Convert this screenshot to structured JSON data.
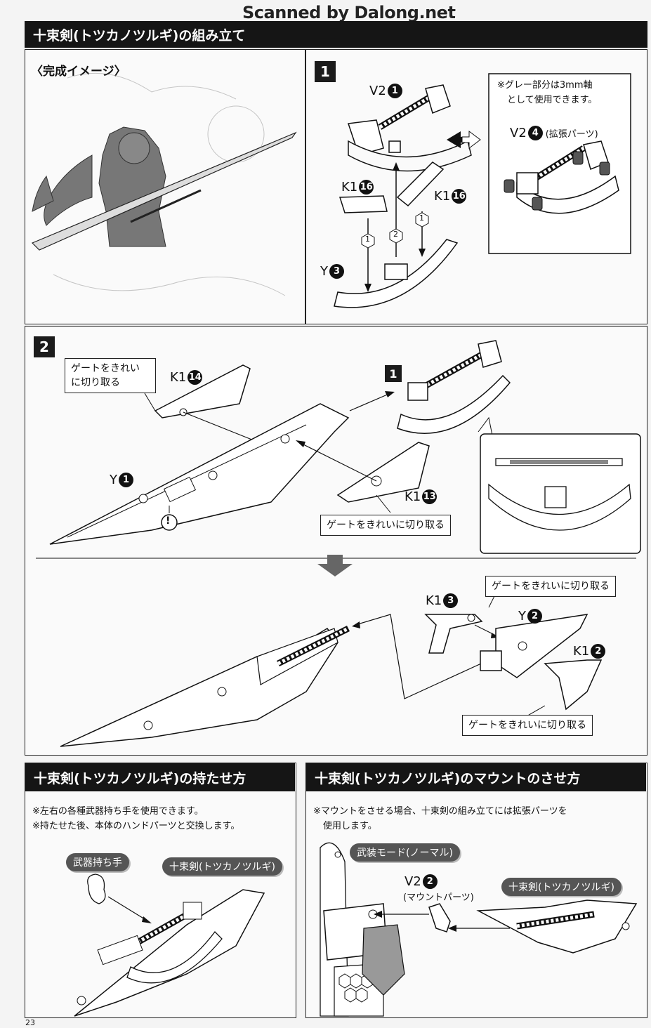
{
  "watermark": "Scanned by Dalong.net",
  "section_main": {
    "title": "十束剣(トツカノツルギ)の組み立て",
    "completed_label": "〈完成イメージ〉"
  },
  "step1": {
    "badge": "1",
    "part_v2_1": "V2",
    "part_v2_1_num": "1",
    "part_k1_16_left": "K1",
    "part_k1_16_left_num": "16",
    "part_k1_16_right": "K1",
    "part_k1_16_right_num": "16",
    "part_y3": "Y",
    "part_y3_num": "3",
    "order_1": "1",
    "order_2": "2",
    "note_line1": "※グレー部分は3mm軸",
    "note_line2": "として使用できます。",
    "part_v2_4": "V2",
    "part_v2_4_num": "4",
    "part_v2_4_suffix": "(拡張パーツ)"
  },
  "step2": {
    "badge": "2",
    "gate_callout_1a": "ゲートをきれい",
    "gate_callout_1b": "に切り取る",
    "part_k1_14": "K1",
    "part_k1_14_num": "14",
    "part_y1": "Y",
    "part_y1_num": "1",
    "part_k1_13": "K1",
    "part_k1_13_num": "13",
    "gate_callout_2": "ゲートをきれいに切り取る",
    "ref_badge": "1",
    "caution": "!",
    "gate_callout_3": "ゲートをきれいに切り取る",
    "part_k1_3": "K1",
    "part_k1_3_num": "3",
    "part_y2": "Y",
    "part_y2_num": "2",
    "part_k1_2": "K1",
    "part_k1_2_num": "2",
    "gate_callout_4": "ゲートをきれいに切り取る"
  },
  "section_hold": {
    "title": "十束剣(トツカノツルギ)の持たせ方",
    "note_line1": "※左右の各種武器持ち手を使用できます。",
    "note_line2": "※持たせた後、本体のハンドパーツと交換します。",
    "label_hand": "武器持ち手",
    "label_sword": "十束剣(トツカノツルギ)"
  },
  "section_mount": {
    "title": "十束剣(トツカノツルギ)のマウントのさせ方",
    "note_line1": "※マウントをさせる場合、十束剣の組み立てには拡張パーツを",
    "note_line2": "使用します。",
    "label_mode": "武装モード(ノーマル)",
    "part_v2_2": "V2",
    "part_v2_2_num": "2",
    "part_v2_2_suffix": "(マウントパーツ)",
    "label_sword": "十束剣(トツカノツルギ)"
  },
  "page_number": "23"
}
